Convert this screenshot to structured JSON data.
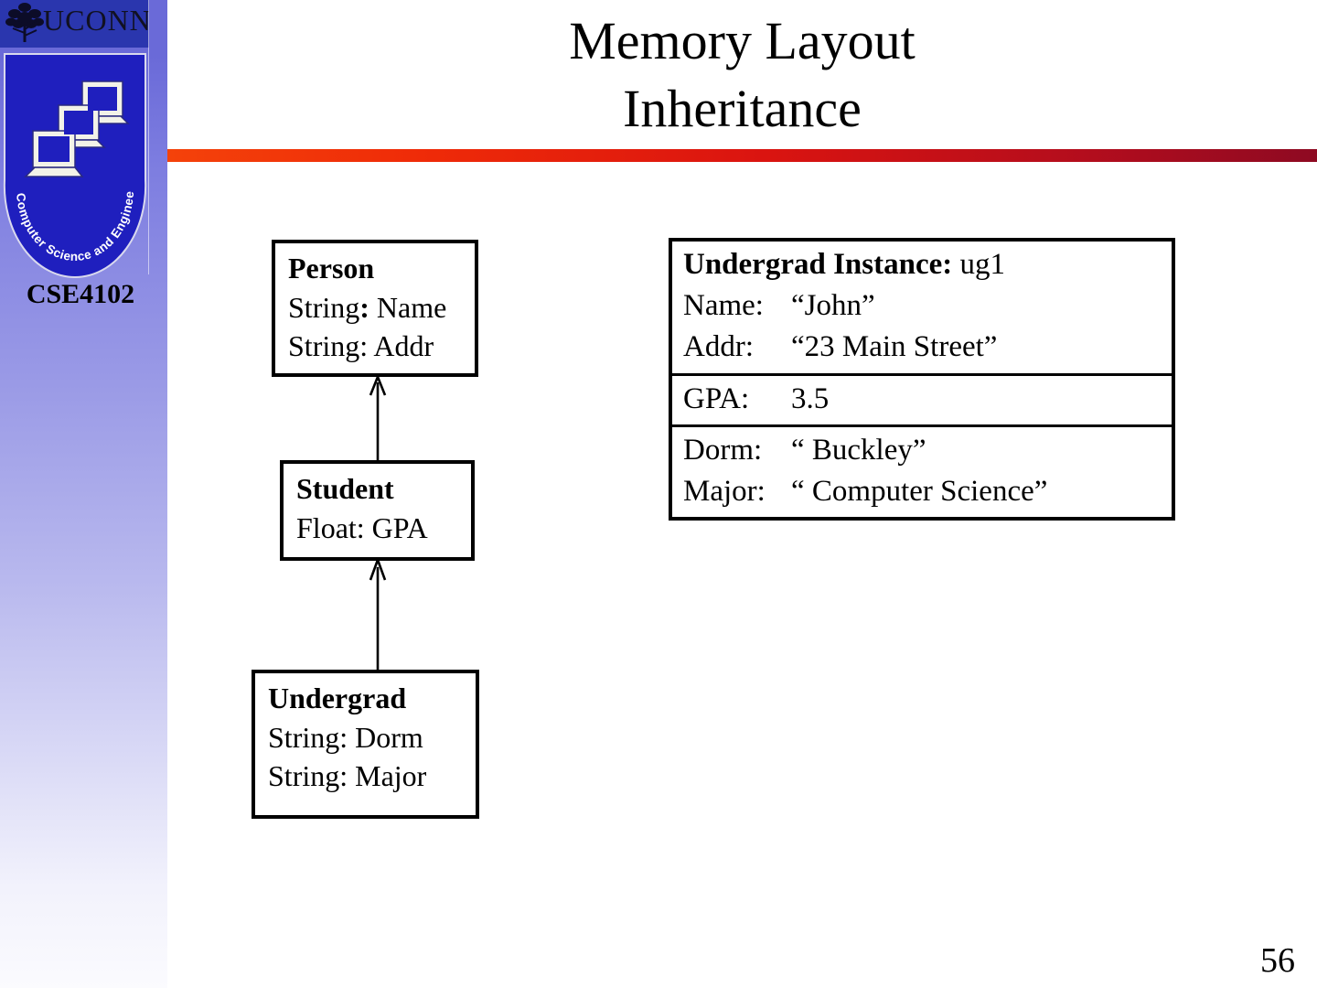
{
  "sidebar": {
    "banner_wordmark": "UCONN",
    "shield_arc_text": "Computer Science and Engineering",
    "course_code": "CSE4102"
  },
  "title": {
    "line1": "Memory Layout",
    "line2": "Inheritance"
  },
  "diagram": {
    "classes": [
      {
        "name": "Person",
        "attributes": [
          "String: Name",
          "String: Addr"
        ],
        "bold_colon": true
      },
      {
        "name": "Student",
        "attributes": [
          "Float: GPA"
        ],
        "bold_colon": false
      },
      {
        "name": "Undergrad",
        "attributes": [
          "String: Dorm",
          "String: Major"
        ],
        "bold_colon": false
      }
    ],
    "relations": [
      {
        "from": "Student",
        "to": "Person",
        "kind": "inheritance-arrow"
      },
      {
        "from": "Undergrad",
        "to": "Student",
        "kind": "inheritance-arrow"
      }
    ]
  },
  "instance": {
    "heading_label": "Undergrad Instance:",
    "heading_value": "ug1",
    "sections": [
      {
        "rows": [
          {
            "key": "Name:",
            "value": "“John”"
          },
          {
            "key": "Addr:",
            "value": "“23 Main Street”"
          }
        ]
      },
      {
        "rows": [
          {
            "key": "GPA:",
            "value": "3.5"
          }
        ]
      },
      {
        "rows": [
          {
            "key": "Dorm:",
            "value": "“ Buckley”"
          },
          {
            "key": "Major:",
            "value": "“ Computer Science”"
          }
        ]
      }
    ]
  },
  "footer": {
    "slide_number": "56"
  },
  "colors": {
    "sidebar_top": "#6a6ad8",
    "sidebar_bottom": "#fbfbfe",
    "banner_blue": "#2a36ae",
    "shield_blue": "#1f1fbe",
    "rule_left": "#f4420a",
    "rule_right": "#8e0a22",
    "ink": "#000000"
  }
}
